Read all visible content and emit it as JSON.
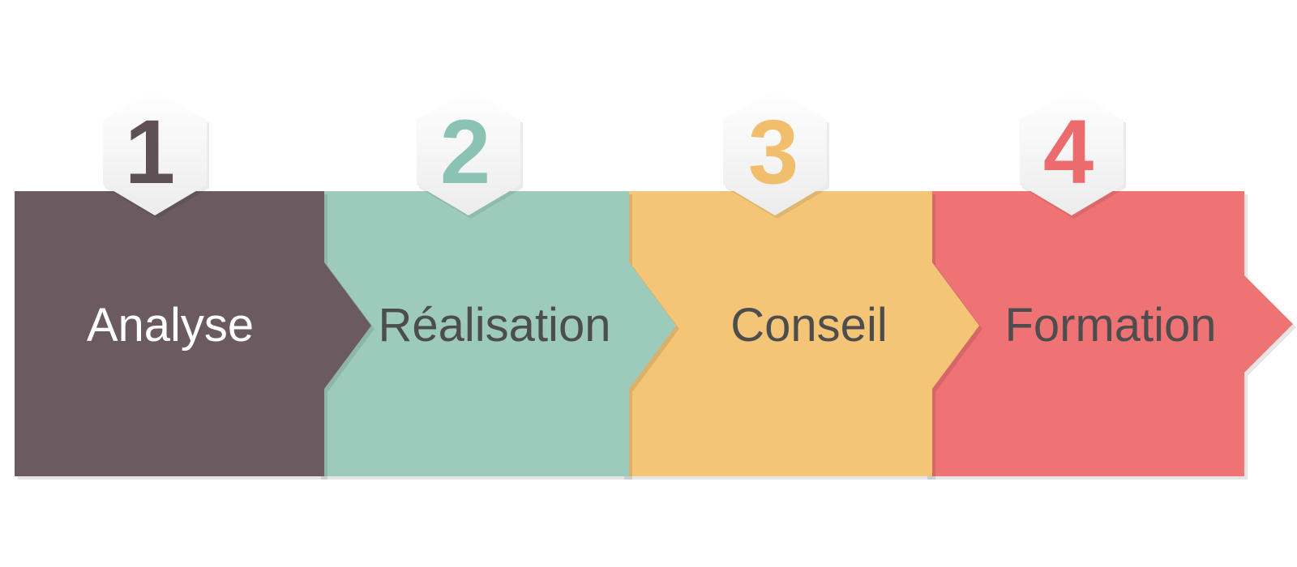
{
  "steps": [
    {
      "number": "1",
      "label": "Analyse",
      "color": "#6b5b60",
      "number_color": "#5e5054",
      "label_color": "#ffffff"
    },
    {
      "number": "2",
      "label": "Réalisation",
      "color": "#9ccbbc",
      "number_color": "#8ac3b3",
      "label_color": "#4d4d4d"
    },
    {
      "number": "3",
      "label": "Conseil",
      "color": "#f4c577",
      "number_color": "#f1bf6c",
      "label_color": "#4d4d4d"
    },
    {
      "number": "4",
      "label": "Formation",
      "color": "#ef7274",
      "number_color": "#ec6c6e",
      "label_color": "#4d4d4d"
    }
  ]
}
